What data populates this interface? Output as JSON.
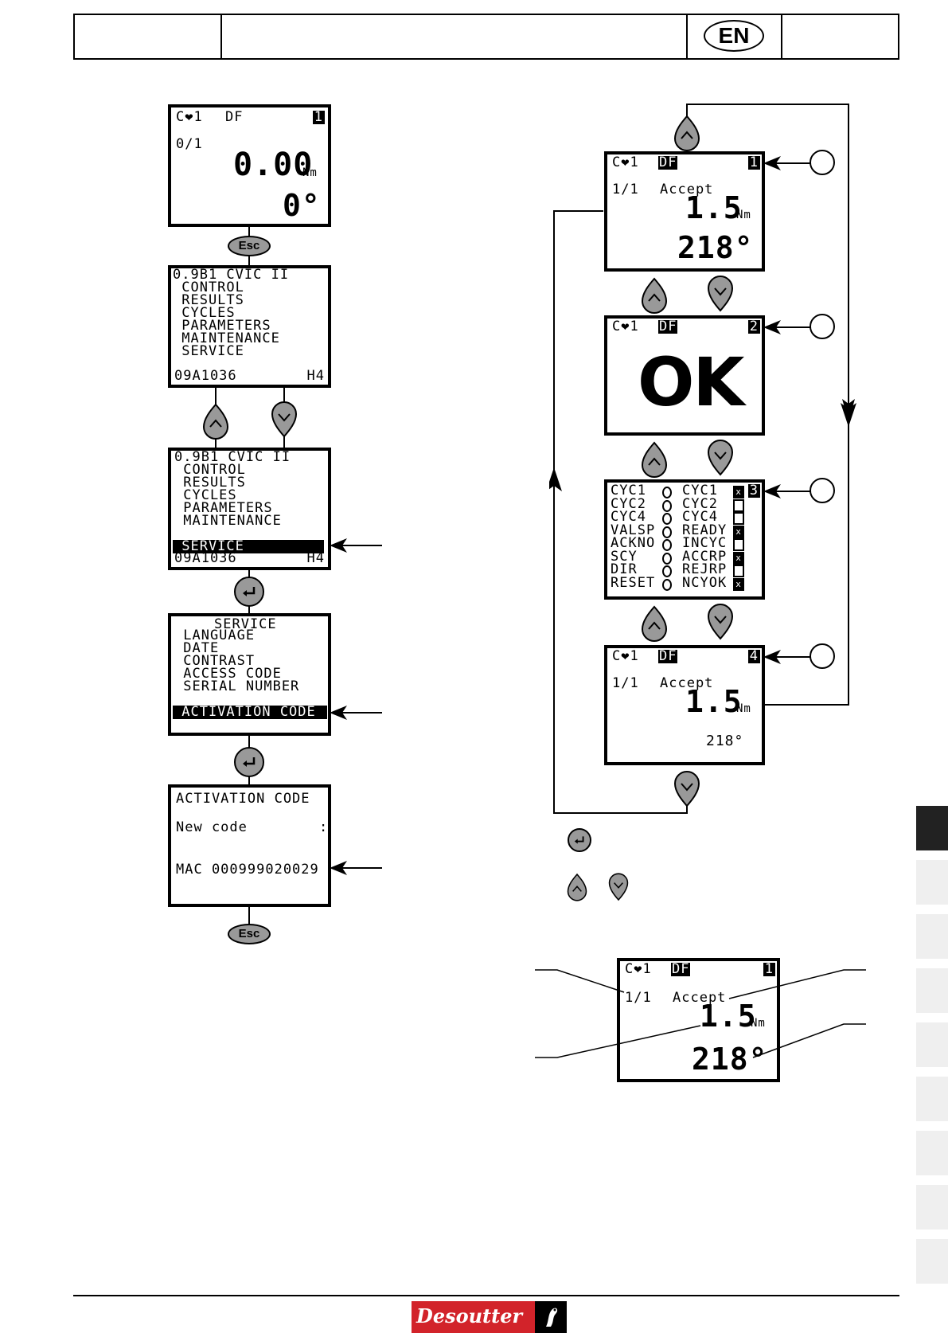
{
  "header": {
    "language_badge": "EN"
  },
  "left_flow": {
    "screen_home": {
      "prog": "C❤1",
      "mode": "DF",
      "page": "1",
      "count": "0/1",
      "torque": "0.00",
      "torque_unit": "Nm",
      "angle": "0°"
    },
    "esc_label": "Esc",
    "main_menu": {
      "lines": [
        "0.9B1 CVIC II",
        " CONTROL",
        " RESULTS",
        " CYCLES",
        " PARAMETERS",
        " MAINTENANCE",
        " SERVICE"
      ],
      "footer_left": "09A1036",
      "footer_right": "H4"
    },
    "main_menu_selected": {
      "lines": [
        "0.9B1 CVIC II",
        " CONTROL",
        " RESULTS",
        " CYCLES",
        " PARAMETERS",
        " MAINTENANCE"
      ],
      "selected": " SERVICE",
      "footer_left": "09A1036",
      "footer_right": "H4"
    },
    "service_menu": {
      "title": "SERVICE",
      "lines": [
        " LANGUAGE",
        " DATE",
        " CONTRAST",
        " ACCESS CODE",
        " SERIAL NUMBER"
      ],
      "selected": " ACTIVATION CODE"
    },
    "activation": {
      "title": "ACTIVATION CODE",
      "new_code_label": "New code",
      "colon": ":",
      "mac": "MAC 000999020029"
    },
    "esc_label_2": "Esc"
  },
  "right_flow": {
    "screen1": {
      "prog": "C❤1",
      "mode": "DF",
      "page": "1",
      "count": "1/1",
      "status": "Accept",
      "torque": "1.5",
      "unit": "Nm",
      "angle": "218°"
    },
    "screen2": {
      "prog": "C❤1",
      "mode": "DF",
      "page": "2",
      "result": "OK"
    },
    "screen3": {
      "page": "3",
      "rows": [
        {
          "left": "CYC1",
          "right": "CYC1",
          "box": "x"
        },
        {
          "left": "CYC2",
          "right": "CYC2",
          "box": ""
        },
        {
          "left": "CYC4",
          "right": "CYC4",
          "box": ""
        },
        {
          "left": "VALSP",
          "right": "READY",
          "box": "x"
        },
        {
          "left": "ACKNO",
          "right": "INCYC",
          "box": ""
        },
        {
          "left": "SCY",
          "right": "ACCRP",
          "box": "x"
        },
        {
          "left": "DIR",
          "right": "REJRP",
          "box": ""
        },
        {
          "left": "RESET",
          "right": "NCYOK",
          "box": "x"
        }
      ]
    },
    "screen4": {
      "prog": "C❤1",
      "mode": "DF",
      "page": "4",
      "count": "1/1",
      "status": "Accept",
      "torque": "1.5",
      "unit": "Nm",
      "angle": "218°"
    },
    "legend_screen": {
      "prog": "C❤1",
      "mode": "DF",
      "page": "1",
      "count": "1/1",
      "status": "Accept",
      "torque": "1.5",
      "unit": "Nm",
      "angle": "218°"
    }
  },
  "footer": {
    "brand": "Desoutter"
  },
  "colors": {
    "key_gray": "#999999",
    "brand_red": "#d2232a",
    "tab_dark": "#222222",
    "tab_light": "#efefef"
  }
}
